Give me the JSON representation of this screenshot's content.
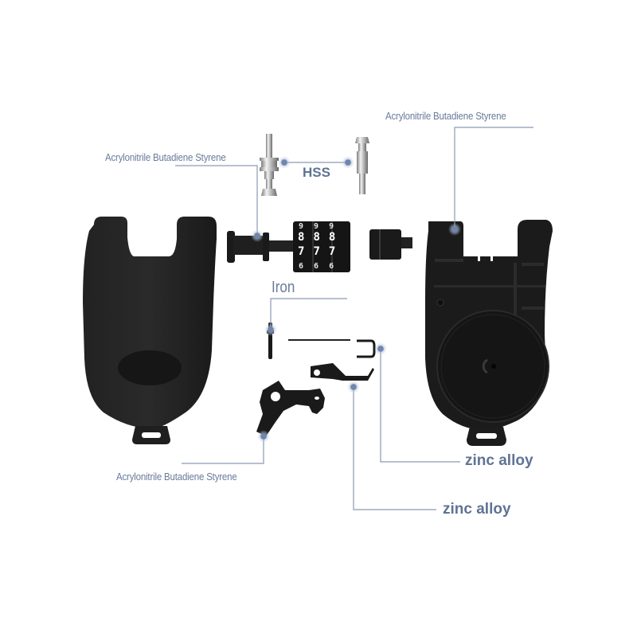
{
  "diagram": {
    "type": "exploded-view",
    "subject": "combination lock housing assembly",
    "accent_color": "#6a7b99",
    "line_color": "#8a9ab4",
    "part_color": "#1c1c1c",
    "labels": {
      "abs_top_right": "Acrylonitrile Butadiene Styrene",
      "abs_top_left": "Acrylonitrile Butadiene Styrene",
      "hss": "HSS",
      "iron": "Iron",
      "abs_bottom": "Acrylonitrile Butadiene Styrene",
      "zinc_upper": "zinc alloy",
      "zinc_lower": "zinc alloy"
    },
    "dial_digits": {
      "row_top": [
        "9",
        "9",
        "9"
      ],
      "row_1": [
        "8",
        "8",
        "8"
      ],
      "row_2": [
        "7",
        "7",
        "7"
      ],
      "row_bottom": [
        "6",
        "6",
        "6"
      ]
    },
    "parts": [
      "left-housing-shell",
      "right-housing-shell",
      "latch-pin-left",
      "latch-pin-right",
      "combination-dial-shaft",
      "end-cap",
      "iron-pin",
      "iron-rod",
      "u-clip",
      "latch-lever",
      "trigger-cam"
    ]
  }
}
